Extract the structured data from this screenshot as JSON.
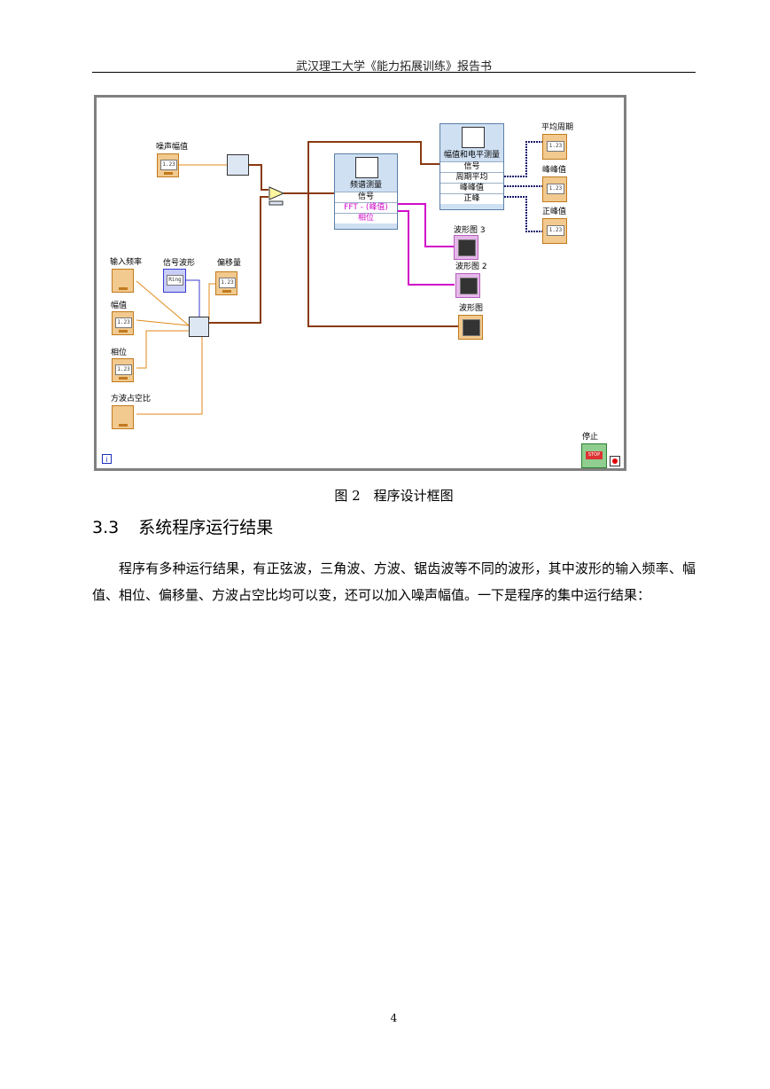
{
  "header": {
    "text": "武汉理工大学《能力拓展训练》报告书"
  },
  "diagram": {
    "controls": {
      "noise": {
        "label": "噪声幅值",
        "value": "1.23"
      },
      "freq": {
        "label": "输入频率"
      },
      "amp": {
        "label": "幅值",
        "value": "1.23"
      },
      "phase": {
        "label": "相位",
        "value": "1.23"
      },
      "duty": {
        "label": "方波占空比"
      },
      "wave": {
        "label": "信号波形",
        "value": "Ring"
      },
      "offset": {
        "label": "偏移量",
        "value": "1.23"
      }
    },
    "spectrum_vi": {
      "title": "频谱测量",
      "rows": [
        "信号",
        "FFT - (峰值)",
        "相位"
      ]
    },
    "amp_vi": {
      "title": "幅值和电平测量",
      "rows": [
        "信号",
        "周期平均",
        "峰峰值",
        "正峰"
      ]
    },
    "indicators": {
      "period_avg": {
        "label": "平均周期",
        "value": "1.23"
      },
      "p2p": {
        "label": "峰峰值",
        "value": "1.23"
      },
      "pos_peak": {
        "label": "正峰值",
        "value": "1.23"
      }
    },
    "graphs": {
      "g3": {
        "label": "波形图 3"
      },
      "g2": {
        "label": "波形图 2"
      },
      "g1": {
        "label": "波形图"
      }
    },
    "stop": {
      "label": "停止",
      "button": "STOP"
    },
    "info": "i"
  },
  "caption": "图 2　程序设计框图",
  "section": {
    "number": "3.3",
    "title": "系统程序运行结果"
  },
  "paragraph": "程序有多种运行结果，有正弦波，三角波、方波、锯齿波等不同的波形，其中波形的输入频率、幅值、相位、偏移量、方波占空比均可以变，还可以加入噪声幅值。一下是程序的集中运行结果：",
  "page_number": "4"
}
